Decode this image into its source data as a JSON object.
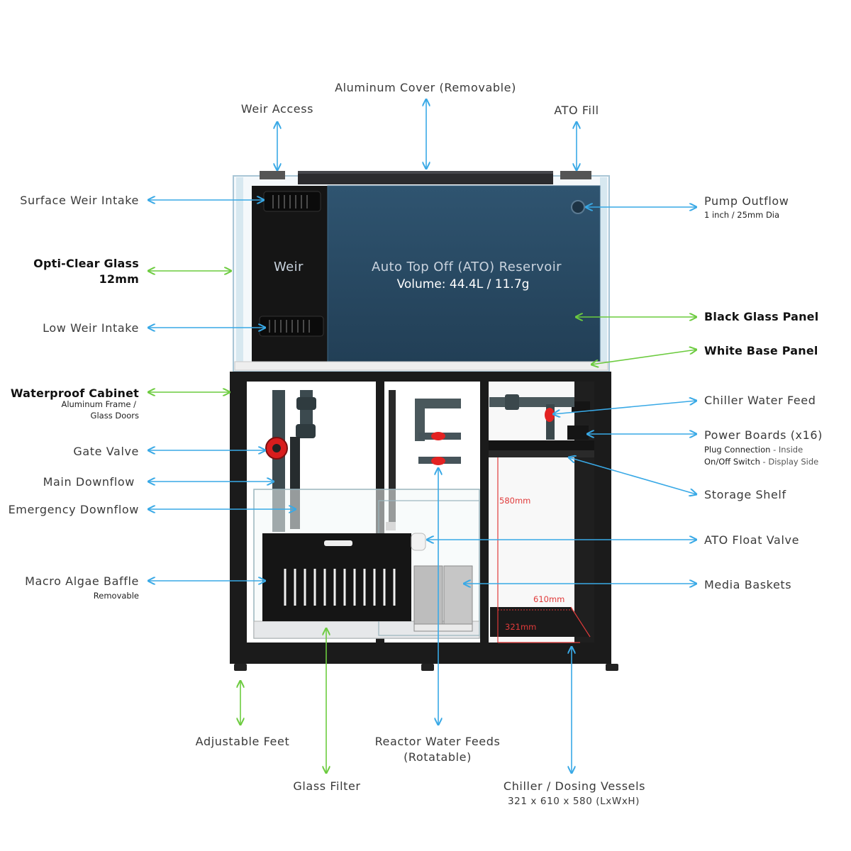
{
  "colors": {
    "blue_arrow": "#39a9e6",
    "green_arrow": "#6ccb3f",
    "dimension_red": "#e03a3a",
    "cabinet_black": "#1b1b1b",
    "reservoir_blue": "#294a63"
  },
  "tank": {
    "weir_label": "Weir",
    "reservoir_label": "Auto Top Off (ATO) Reservoir",
    "volume_label": "Volume: 44.4L / 11.7g"
  },
  "top_labels": {
    "aluminum_cover": "Aluminum Cover (Removable)",
    "weir_access": "Weir Access",
    "ato_fill": "ATO Fill"
  },
  "left_labels": {
    "surface_weir_intake": "Surface Weir Intake",
    "opti_clear_glass": "Opti-Clear Glass",
    "opti_clear_thickness": "12mm",
    "low_weir_intake": "Low Weir Intake",
    "waterproof_cabinet": "Waterproof Cabinet",
    "waterproof_sub_1": "Aluminum Frame /",
    "waterproof_sub_2": "Glass Doors",
    "gate_valve": "Gate Valve",
    "main_downflow": "Main Downflow",
    "emergency_downflow": "Emergency Downflow",
    "macro_algae_baffle": "Macro Algae Baffle",
    "macro_algae_sub": "Removable"
  },
  "right_labels": {
    "pump_outflow": "Pump Outflow",
    "pump_outflow_sub": "1 inch / 25mm Dia",
    "black_glass_panel": "Black Glass Panel",
    "white_base_panel": "White Base Panel",
    "chiller_water_feed": "Chiller Water Feed",
    "power_boards": "Power Boards (x16)",
    "plug_connection": "Plug Connection",
    "plug_connection_note": " - Inside",
    "onoff_switch": "On/Off Switch",
    "onoff_switch_note": " - Display Side",
    "storage_shelf": "Storage Shelf",
    "ato_float_valve": "ATO Float Valve",
    "media_baskets": "Media Baskets"
  },
  "bottom_labels": {
    "adjustable_feet": "Adjustable Feet",
    "reactor_water_feeds": "Reactor Water Feeds",
    "reactor_sub": "(Rotatable)",
    "glass_filter": "Glass Filter",
    "chiller_dosing": "Chiller / Dosing Vessels",
    "chiller_dosing_dims": "321 x 610 x 580 (LxWxH)"
  },
  "dimensions": {
    "height": "580mm",
    "width": "610mm",
    "length": "321mm"
  }
}
